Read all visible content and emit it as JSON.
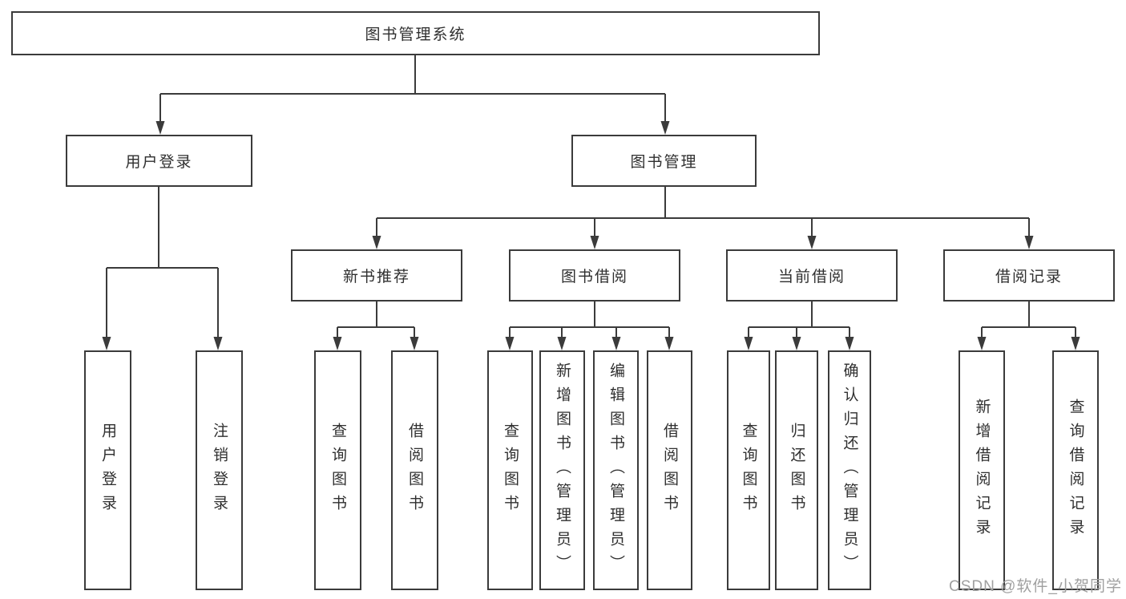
{
  "page": {
    "background": "#ffffff"
  },
  "watermark": {
    "text": "CSDN @软件_小贺同学",
    "color": "#a0a0a0"
  },
  "diagram": {
    "type": "tree",
    "colors": {
      "line": "#3b3b3b",
      "box_border": "#3b3b3b",
      "text": "#2f2f2f",
      "box_background": "#ffffff"
    },
    "root": {
      "label": "图书管理系统"
    },
    "level2": [
      {
        "label": "用户登录"
      },
      {
        "label": "图书管理"
      }
    ],
    "level3": [
      {
        "label": "新书推荐",
        "parent": "图书管理"
      },
      {
        "label": "图书借阅",
        "parent": "图书管理"
      },
      {
        "label": "当前借阅",
        "parent": "图书管理"
      },
      {
        "label": "借阅记录",
        "parent": "图书管理"
      }
    ],
    "level4": [
      {
        "label": "用户登录",
        "parent": "用户登录"
      },
      {
        "label": "注销登录",
        "parent": "用户登录"
      },
      {
        "label": "查询图书",
        "parent": "新书推荐"
      },
      {
        "label": "借阅图书",
        "parent": "新书推荐"
      },
      {
        "label": "查询图书",
        "parent": "图书借阅"
      },
      {
        "label": "新增图书（管理员）",
        "parent": "图书借阅"
      },
      {
        "label": "编辑图书（管理员）",
        "parent": "图书借阅"
      },
      {
        "label": "借阅图书",
        "parent": "图书借阅"
      },
      {
        "label": "查询图书",
        "parent": "当前借阅"
      },
      {
        "label": "归还图书",
        "parent": "当前借阅"
      },
      {
        "label": "确认归还（管理员）",
        "parent": "当前借阅"
      },
      {
        "label": "新增借阅记录",
        "parent": "借阅记录"
      },
      {
        "label": "查询借阅记录",
        "parent": "借阅记录"
      }
    ]
  }
}
